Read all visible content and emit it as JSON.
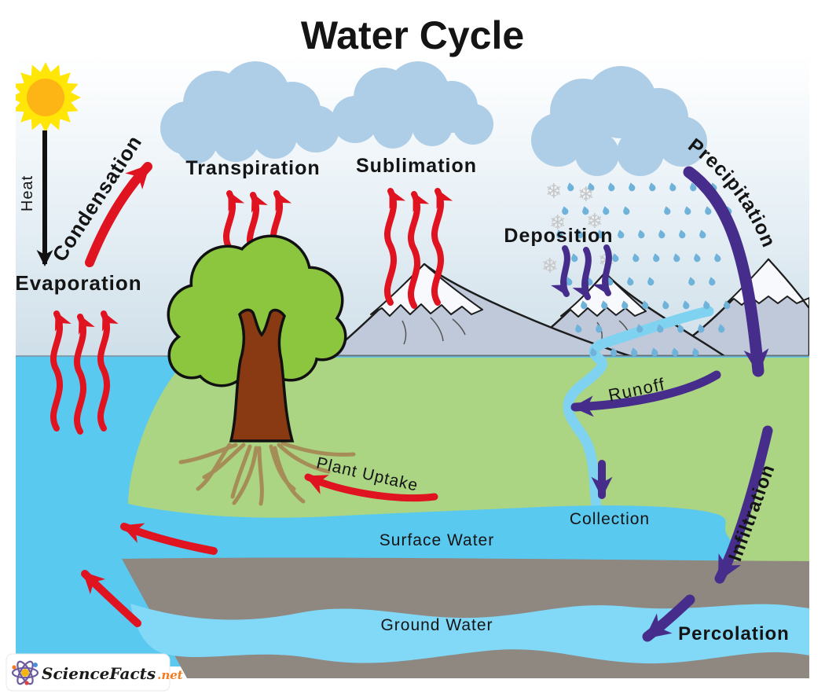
{
  "title": "Water Cycle",
  "labels": {
    "heat": "Heat",
    "evaporation": "Evaporation",
    "condensation": "Condensation",
    "transpiration": "Transpiration",
    "sublimation": "Sublimation",
    "deposition": "Deposition",
    "precipitation": "Precipitation",
    "runoff": "Runoff",
    "collection": "Collection",
    "plant_uptake": "Plant Uptake",
    "surface_water": "Surface Water",
    "ground_water": "Ground Water",
    "infiltration": "Infiltration",
    "percolation": "Percolation"
  },
  "logo": {
    "brand": "ScienceFacts",
    "suffix": ".net"
  },
  "icons": {
    "snowflake": "❄"
  },
  "colors": {
    "arrow_red": "#e01320",
    "arrow_purple": "#462d8c",
    "heat_arrow_black": "#111111",
    "water": "#5ac9f0",
    "ground_water_band": "#82d8f7",
    "river": "#7fd2f0",
    "land_green": "#abd483",
    "soil_gray": "#8e8881",
    "mountain": "#bfc9da",
    "snow": "#f7f9fd",
    "cloud": "#aecde6",
    "sun_outer": "#ffe606",
    "sun_inner": "#fcb515",
    "tree_canopy": "#8cc63f",
    "tree_trunk": "#8a3a12",
    "tree_roots": "#a68d58",
    "rain": "#6fb2da",
    "logo_accent": "#f47b20"
  }
}
